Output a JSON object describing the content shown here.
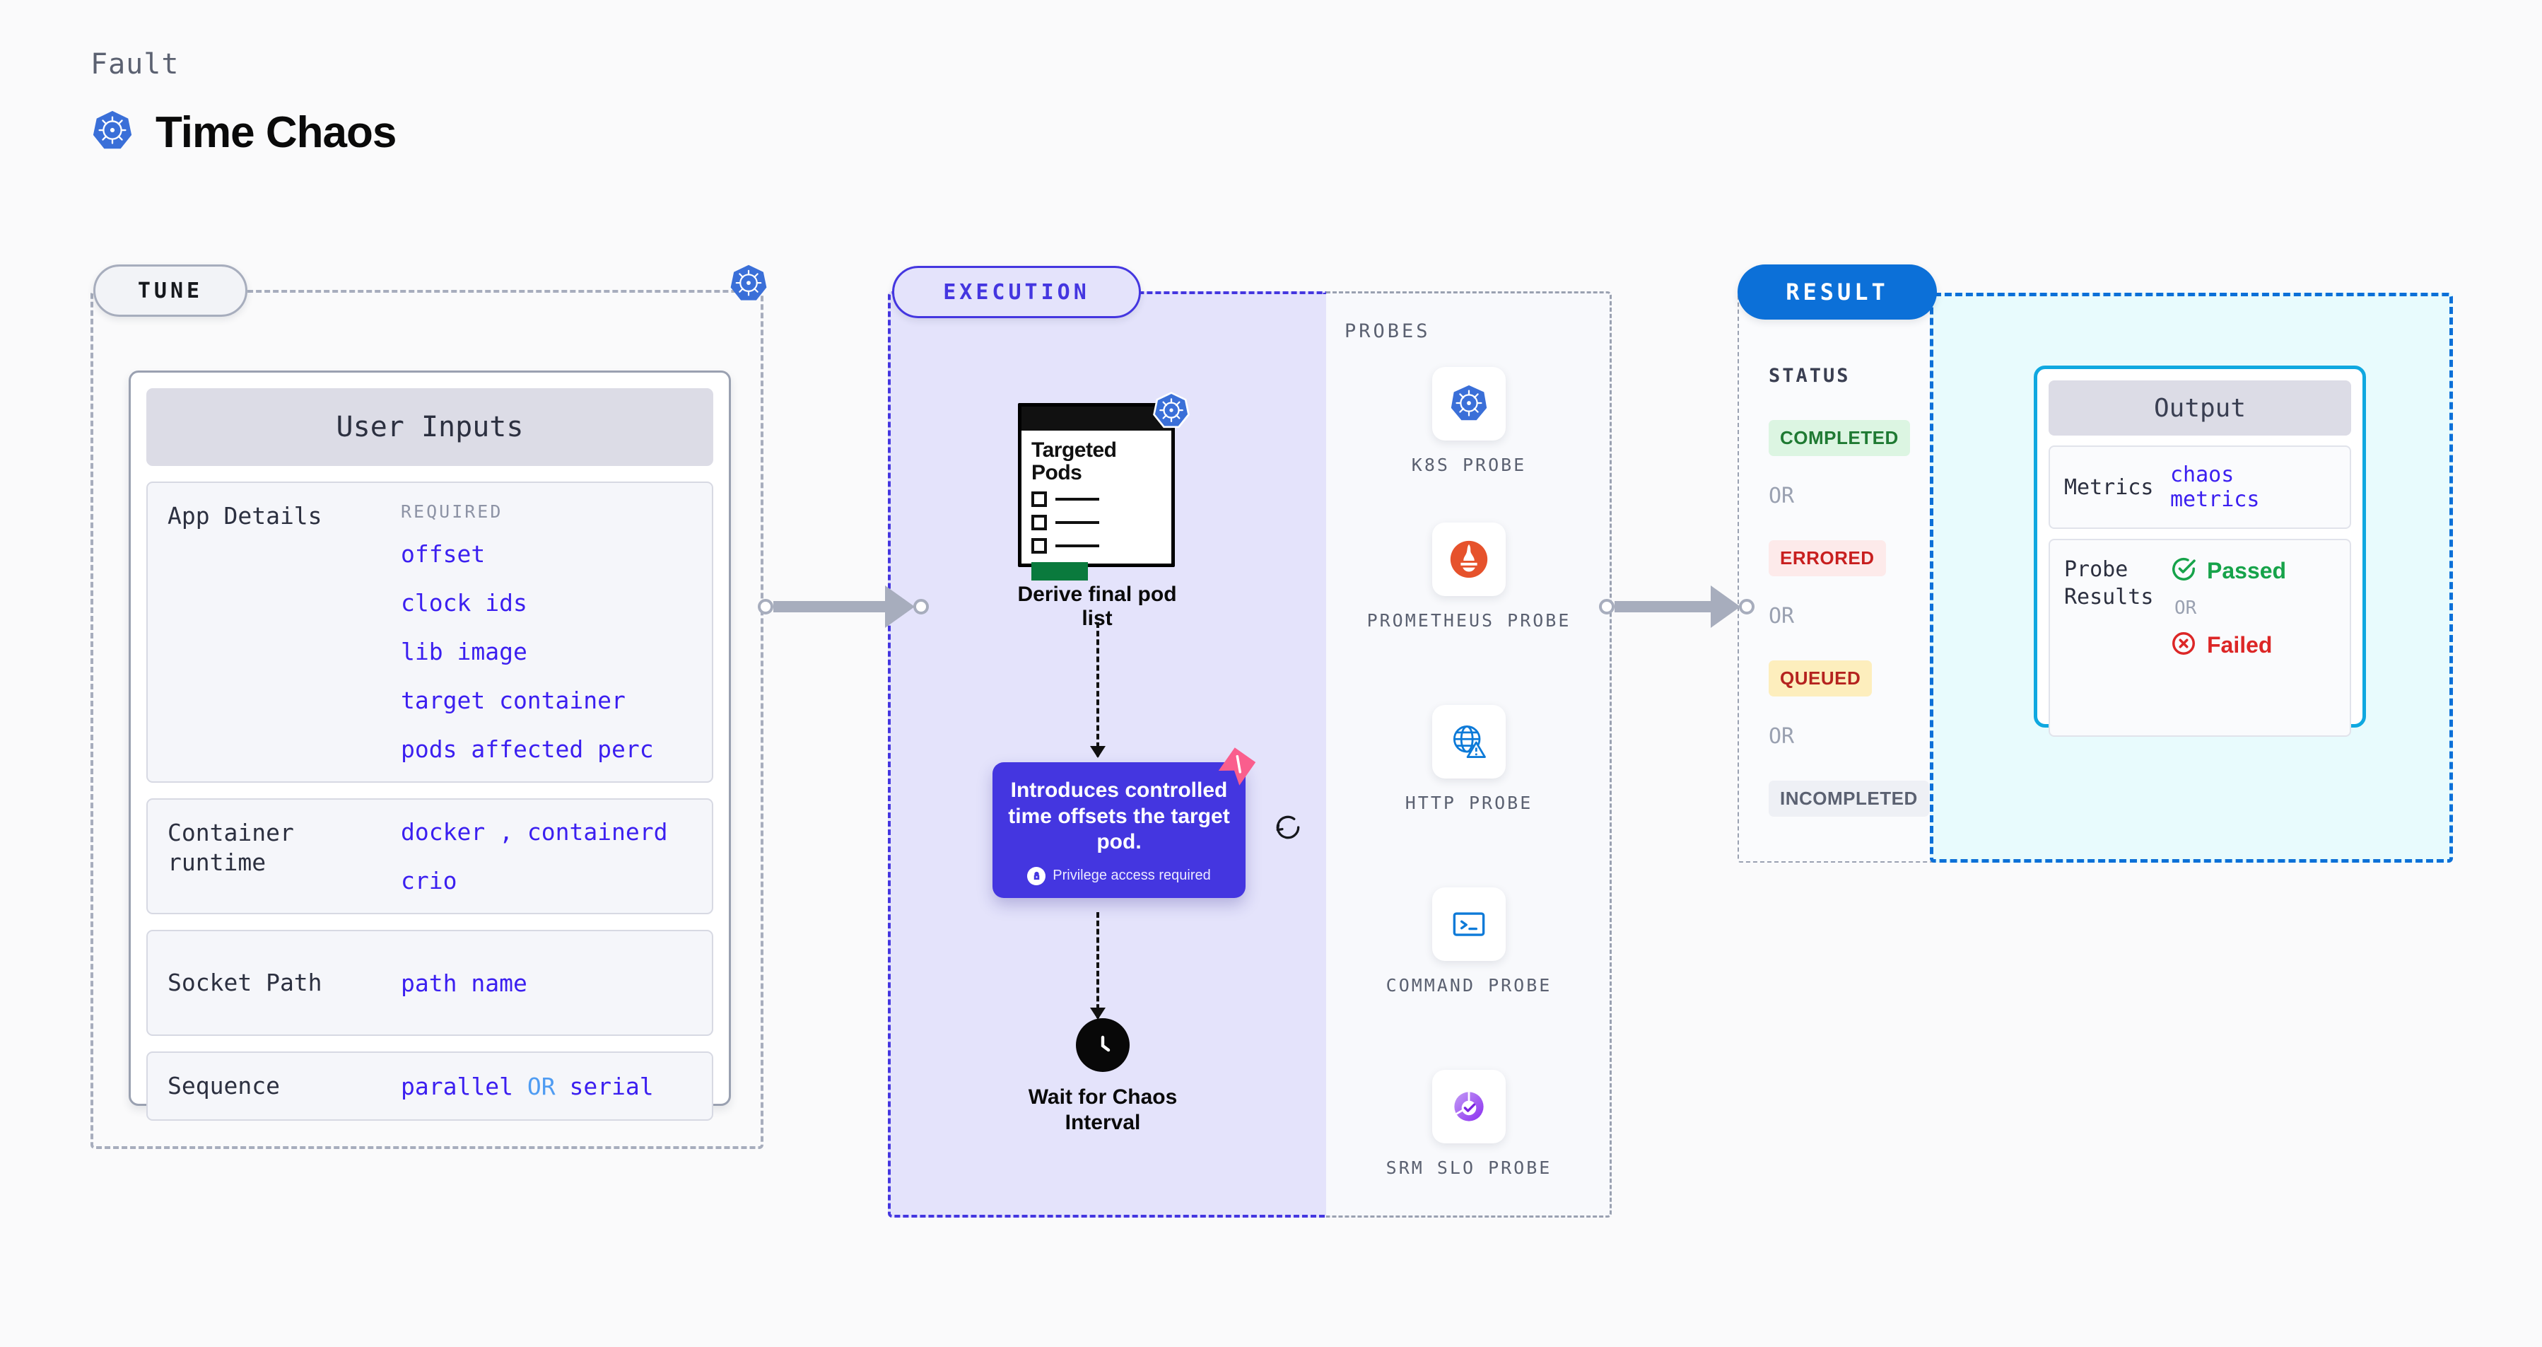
{
  "header": {
    "kicker": "Fault",
    "title": "Time Chaos",
    "logo_icon": "kubernetes-icon"
  },
  "colors": {
    "accent_purple": "#4436e0",
    "value_blue": "#3b1ff0",
    "result_blue": "#0c70d8",
    "output_border": "#0fa8e0",
    "k8s_blue": "#3a6fd8",
    "prometheus_orange": "#e6522c",
    "ribbon_pink": "#fa5e8d",
    "success_green": "#16a34a",
    "error_red": "#dc2626"
  },
  "tune": {
    "pill_label": "TUNE",
    "badge_icon": "kubernetes-icon",
    "card_title": "User Inputs",
    "rows": [
      {
        "label": "App Details",
        "required_tag": "REQUIRED",
        "values": [
          "offset",
          "clock ids",
          "lib image",
          "target container",
          "pods affected perc"
        ]
      },
      {
        "label": "Container runtime",
        "values_line1": "docker",
        "separator": ",",
        "values_line1b": "containerd",
        "values_line2": "crio"
      },
      {
        "label": "Socket Path",
        "value": "path name"
      },
      {
        "label": "Sequence",
        "value_a": "parallel",
        "conjunction": "OR",
        "value_b": "serial"
      }
    ]
  },
  "execution": {
    "pill_label": "EXECUTION",
    "pods_card": {
      "title": "Targeted Pods",
      "badge_icon": "kubernetes-icon",
      "caption": "Derive final pod list"
    },
    "tooltip": {
      "text": "Introduces controlled time offsets the target pod.",
      "privilege_note": "Privilege access required",
      "lock_icon": "lock-icon",
      "ribbon_icon": "ribbon-icon",
      "refresh_icon": "refresh-icon"
    },
    "wait_node": {
      "icon": "clock-icon",
      "caption": "Wait for Chaos Interval"
    }
  },
  "probes": {
    "title": "PROBES",
    "items": [
      {
        "label": "K8S PROBE",
        "icon": "kubernetes-icon"
      },
      {
        "label": "PROMETHEUS PROBE",
        "icon": "prometheus-icon"
      },
      {
        "label": "HTTP PROBE",
        "icon": "globe-warning-icon"
      },
      {
        "label": "COMMAND PROBE",
        "icon": "terminal-icon"
      },
      {
        "label": "SRM SLO PROBE",
        "icon": "slo-donut-check-icon"
      }
    ]
  },
  "result": {
    "pill_label": "RESULT",
    "status_title": "STATUS",
    "or_label": "OR",
    "statuses": [
      {
        "label": "COMPLETED",
        "bg": "#dcf5e2",
        "fg": "#1f7a33"
      },
      {
        "label": "ERRORED",
        "bg": "#fdeaea",
        "fg": "#c81f1f"
      },
      {
        "label": "QUEUED",
        "bg": "#fdeebd",
        "fg": "#b5231f"
      },
      {
        "label": "INCOMPLETED",
        "bg": "#eef0f5",
        "fg": "#5b6171"
      }
    ],
    "output": {
      "title": "Output",
      "metrics_label": "Metrics",
      "metrics_value": "chaos metrics",
      "probe_results_label": "Probe Results",
      "passed_label": "Passed",
      "failed_label": "Failed",
      "or_label": "OR",
      "passed_icon": "check-circle-icon",
      "failed_icon": "x-circle-icon"
    }
  }
}
